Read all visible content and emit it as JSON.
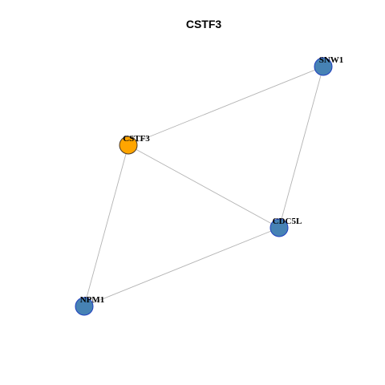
{
  "graph": {
    "title": "CSTF3",
    "colors": {
      "focus_node": "#FFA500",
      "node": "#4682B4",
      "edge": "#B3B3B3"
    },
    "nodes": [
      {
        "id": "SNW1",
        "label": "SNW1",
        "focus": false
      },
      {
        "id": "CSTF3",
        "label": "CSTF3",
        "focus": true
      },
      {
        "id": "CDC5L",
        "label": "CDC5L",
        "focus": false
      },
      {
        "id": "NPM1",
        "label": "NPM1",
        "focus": false
      }
    ],
    "edges": [
      {
        "source": "CSTF3",
        "target": "SNW1"
      },
      {
        "source": "SNW1",
        "target": "CDC5L"
      },
      {
        "source": "CSTF3",
        "target": "CDC5L"
      },
      {
        "source": "CSTF3",
        "target": "NPM1"
      },
      {
        "source": "NPM1",
        "target": "CDC5L"
      }
    ]
  }
}
